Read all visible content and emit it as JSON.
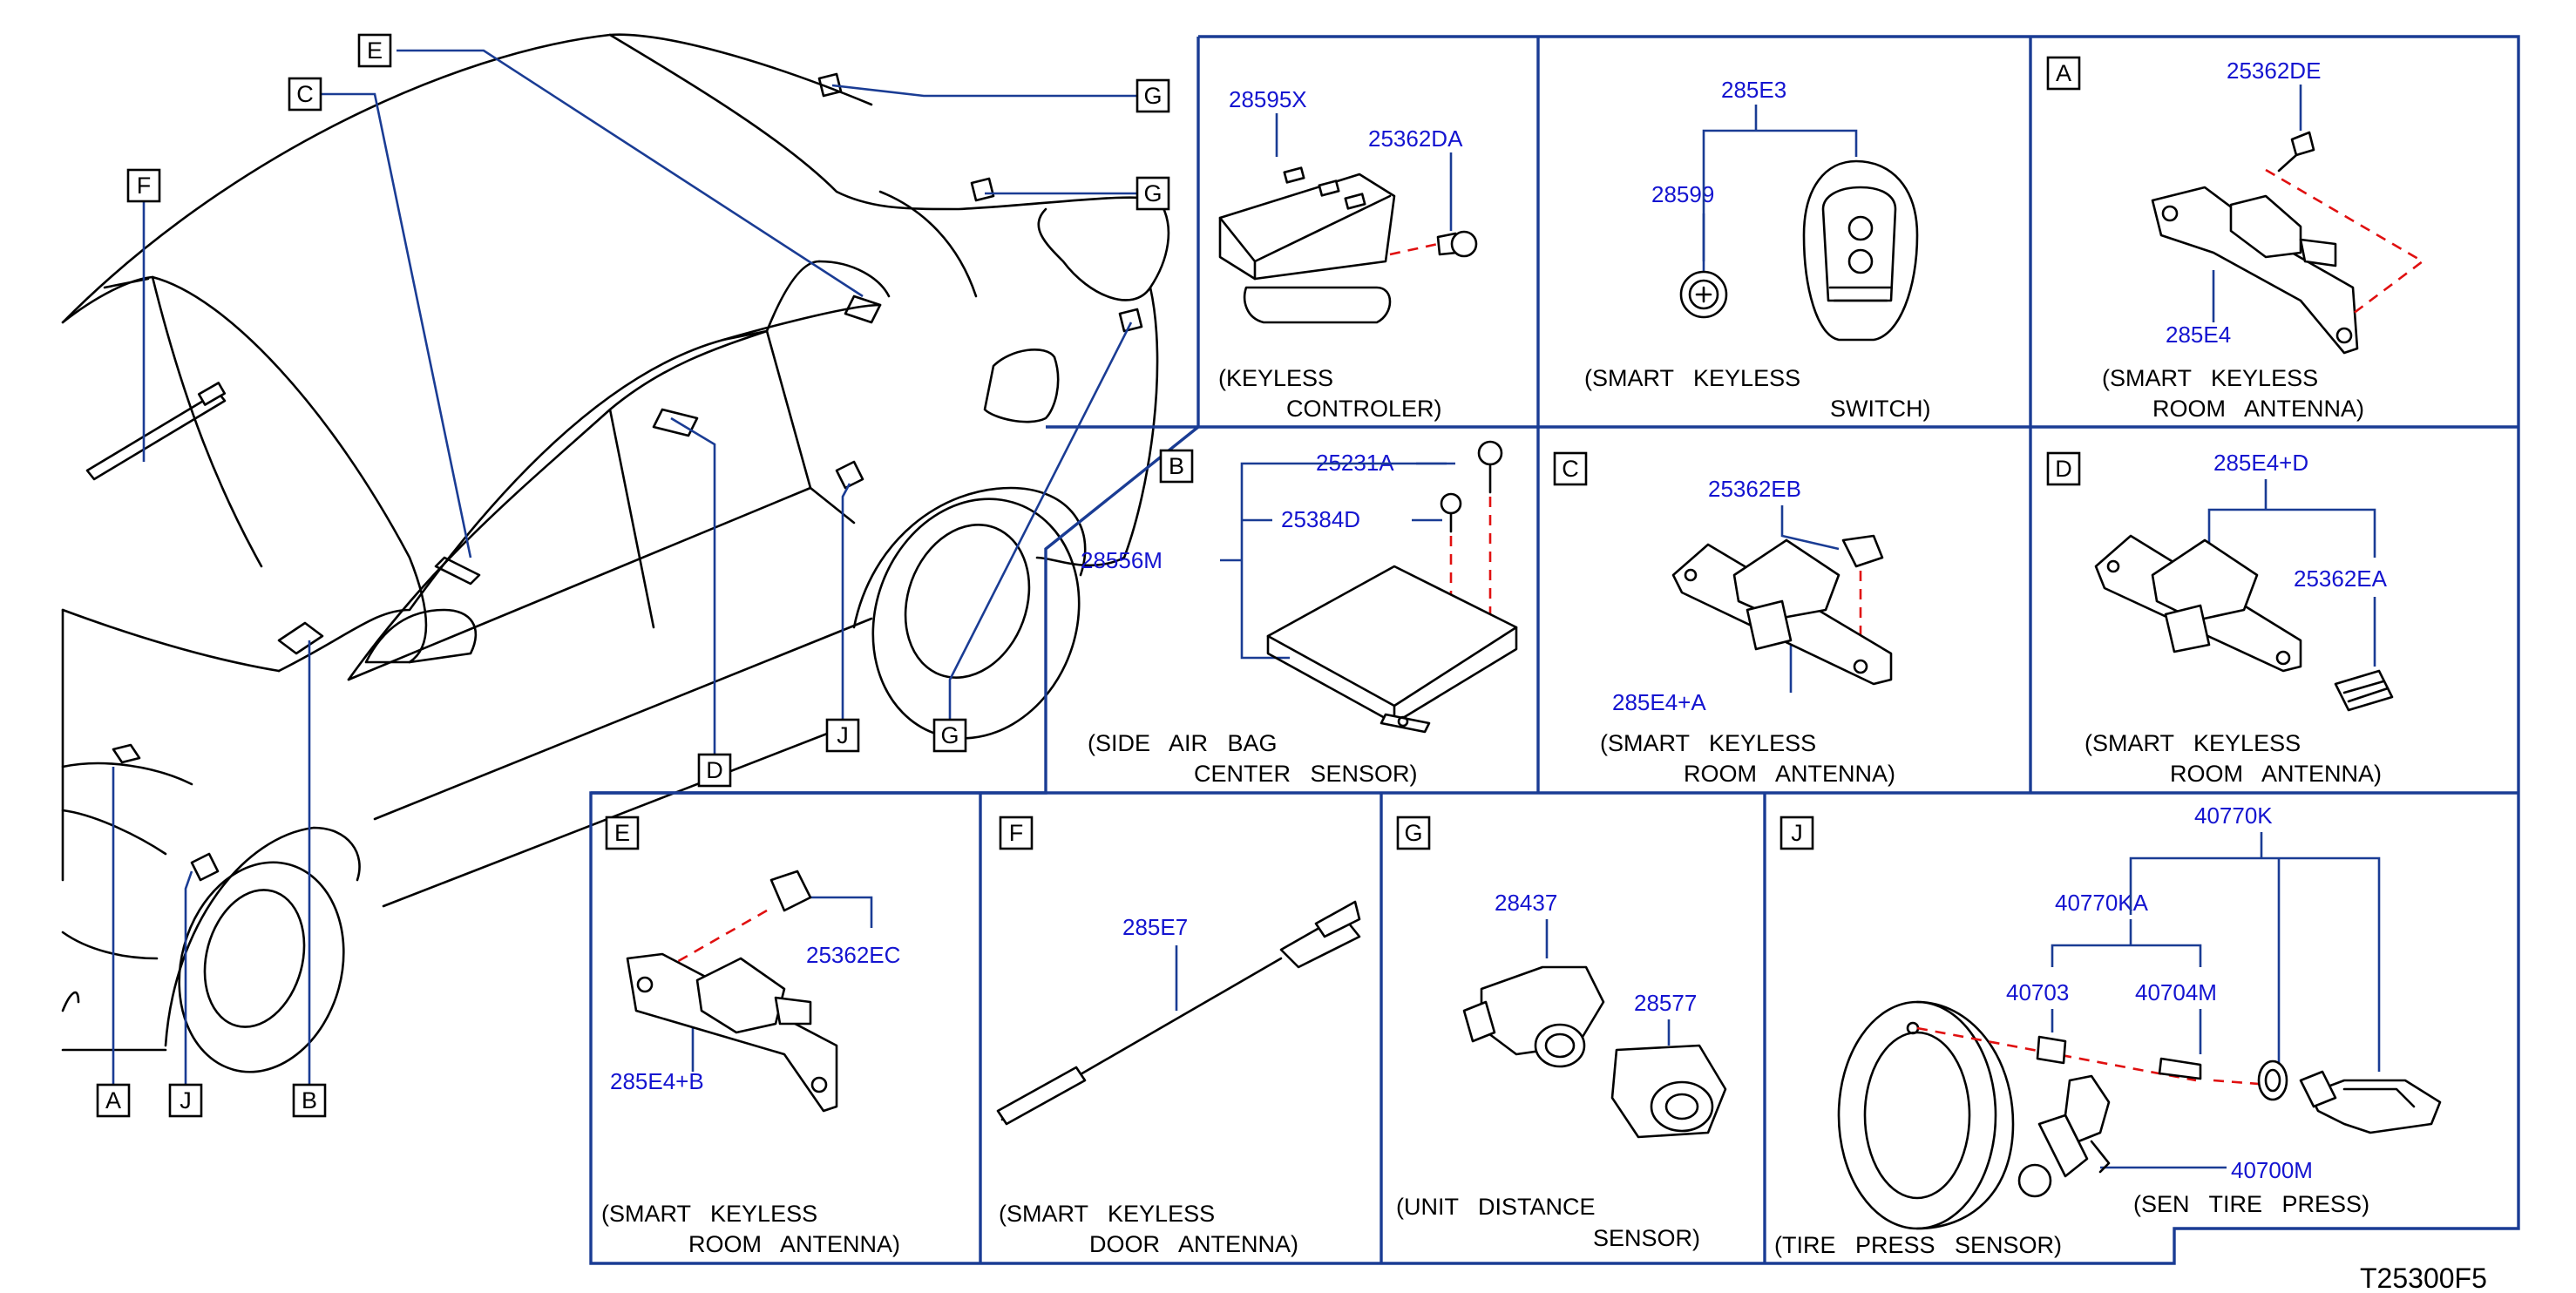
{
  "car_labels": {
    "F": "F",
    "C": "C",
    "E": "E",
    "G_top": "G",
    "G_mid": "G",
    "D": "D",
    "J_car": "J",
    "G_bottom": "G",
    "A_bottom": "A",
    "J_bottom": "J",
    "B_bottom": "B"
  },
  "panels": {
    "keyless_controller": {
      "parts": [
        "28595X",
        "25362DA"
      ],
      "caption_lines": [
        "(KEYLESS",
        "CONTROLER)"
      ]
    },
    "smart_keyless_switch": {
      "parts": [
        "285E3",
        "28599"
      ],
      "caption_lines": [
        "(SMART   KEYLESS",
        "SWITCH)"
      ]
    },
    "A": {
      "letter": "A",
      "parts": [
        "25362DE",
        "285E4"
      ],
      "caption_lines": [
        "(SMART   KEYLESS",
        "ROOM   ANTENNA)"
      ]
    },
    "B": {
      "letter": "B",
      "parts": [
        "25231A",
        "25384D",
        "28556M"
      ],
      "caption_lines": [
        "(SIDE   AIR   BAG",
        "CENTER   SENSOR)"
      ]
    },
    "C": {
      "letter": "C",
      "parts": [
        "25362EB",
        "285E4+A"
      ],
      "caption_lines": [
        "(SMART   KEYLESS",
        "ROOM   ANTENNA)"
      ]
    },
    "D": {
      "letter": "D",
      "parts": [
        "285E4+D",
        "25362EA"
      ],
      "caption_lines": [
        "(SMART   KEYLESS",
        "ROOM   ANTENNA)"
      ]
    },
    "E": {
      "letter": "E",
      "parts": [
        "25362EC",
        "285E4+B"
      ],
      "caption_lines": [
        "(SMART   KEYLESS",
        "ROOM   ANTENNA)"
      ]
    },
    "F": {
      "letter": "F",
      "parts": [
        "285E7"
      ],
      "caption_lines": [
        "(SMART   KEYLESS",
        "DOOR   ANTENNA)"
      ]
    },
    "G": {
      "letter": "G",
      "parts": [
        "28437",
        "28577"
      ],
      "caption_lines": [
        "(UNIT   DISTANCE",
        "SENSOR)"
      ]
    },
    "J": {
      "letter": "J",
      "parts": [
        "40770K",
        "40770KA",
        "40703",
        "40704M",
        "40700M"
      ],
      "caption_main": "(TIRE   PRESS   SENSOR)",
      "caption_sub": "(SEN   TIRE   PRESS)"
    }
  },
  "figure_code": "T25300F5"
}
